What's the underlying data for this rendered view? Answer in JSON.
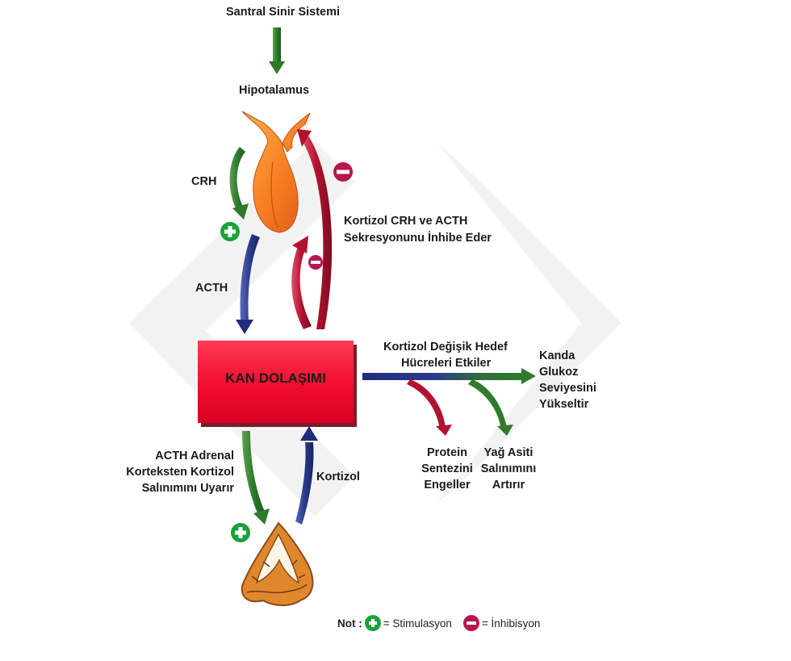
{
  "labels": {
    "cns": "Santral Sinir Sistemi",
    "hypothalamus": "Hipotalamus",
    "crh": "CRH",
    "acth": "ACTH",
    "inhibit_line1": "Kortizol CRH ve ACTH",
    "inhibit_line2": "Sekresyonunu İnhibe Eder",
    "blood": "KAN DOLAŞIMI",
    "targets_line1": "Kortizol Değişik Hedef",
    "targets_line2": "Hücreleri Etkiler",
    "glucose_line1": "Kanda",
    "glucose_line2": "Glukoz",
    "glucose_line3": "Seviyesini",
    "glucose_line4": "Yükseltir",
    "protein_line1": "Protein",
    "protein_line2": "Sentezini",
    "protein_line3": "Engeller",
    "fat_line1": "Yağ Asiti",
    "fat_line2": "Salınımını",
    "fat_line3": "Artırır",
    "adrenal_line1": "ACTH Adrenal",
    "adrenal_line2": "Korteksten Kortizol",
    "adrenal_line3": "Salınımını Uyarır",
    "cortisol": "Kortizol"
  },
  "legend": {
    "prefix": "Not :",
    "stim": "= Stimulasyon",
    "inhib": "= İnhibisyon"
  },
  "colors": {
    "stimulation": "#1aa13a",
    "inhibition": "#b5174f",
    "blood_box": "#f10d2f",
    "green_arrow": "#2f7a2c",
    "blue_arrow": "#1f2d7a",
    "red_arrow": "#b3122e"
  }
}
